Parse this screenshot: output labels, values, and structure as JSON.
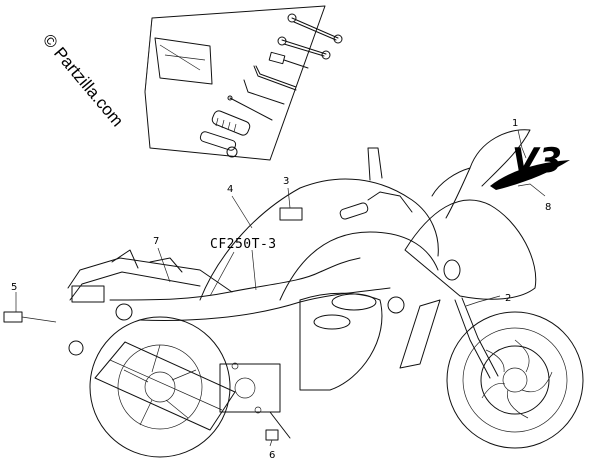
{
  "watermark": {
    "text": "© Partzilla.com"
  },
  "decal_texts": {
    "model_label": "CF250T-3",
    "logo": "V3"
  },
  "callouts": [
    {
      "label": "1",
      "part": "logo-decal"
    },
    {
      "label": "2",
      "part": "side-stripe-decal"
    },
    {
      "label": "3",
      "part": "label-decal"
    },
    {
      "label": "4",
      "part": "model-decal"
    },
    {
      "label": "5",
      "part": "rear-label"
    },
    {
      "label": "6",
      "part": "stand-label"
    },
    {
      "label": "7",
      "part": "rear-stripe-decal"
    },
    {
      "label": "8",
      "part": "logo-swoosh"
    }
  ],
  "colors": {
    "line": "#111111",
    "background": "#ffffff"
  }
}
